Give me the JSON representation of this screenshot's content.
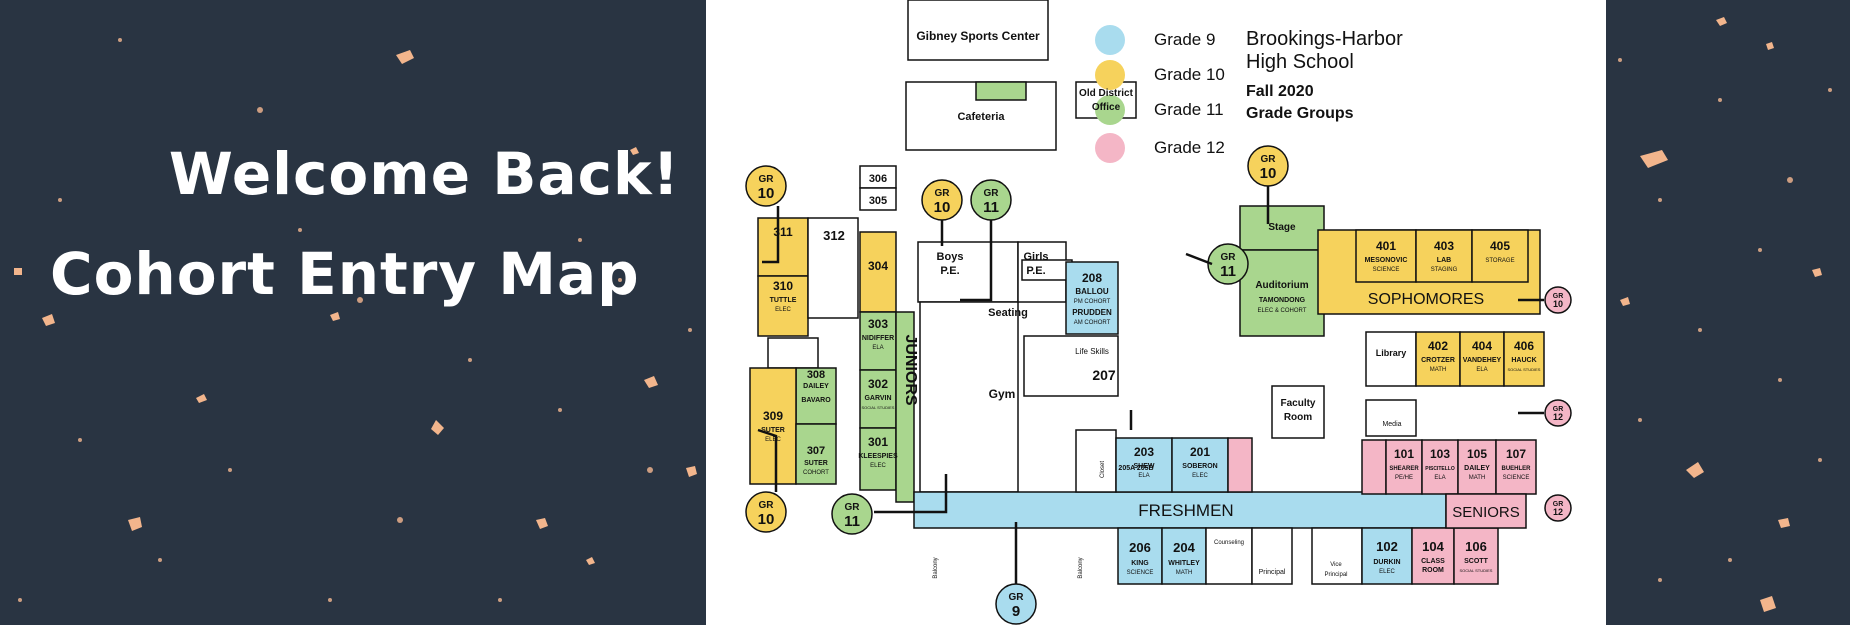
{
  "banner": {
    "title_line1": "Welcome Back!",
    "title_line2": "Cohort Entry Map"
  },
  "legend": {
    "school_line1": "Brookings-Harbor",
    "school_line2": "High School",
    "term_line1": "Fall 2020",
    "term_line2": "Grade Groups",
    "items": [
      {
        "label": "Grade 9",
        "color": "#a9dcee"
      },
      {
        "label": "Grade 10",
        "color": "#f6d25c"
      },
      {
        "label": "Grade 11",
        "color": "#a9d68e"
      },
      {
        "label": "Grade 12",
        "color": "#f4b6c6"
      }
    ]
  },
  "buildings": {
    "sports": "Gibney Sports Center",
    "cafeteria": "Cafeteria",
    "old_office_1": "Old District",
    "old_office_2": "Office",
    "stage": "Stage",
    "auditorium": "Auditorium",
    "auditorium_name": "TAMONDONG",
    "auditorium_sub": "ELEC & COHORT",
    "boys_pe_1": "Boys",
    "boys_pe_2": "P.E.",
    "girls_pe_1": "Girls",
    "girls_pe_2": "P.E.",
    "seating": "Seating",
    "gym": "Gym",
    "library": "Library",
    "media": "Media",
    "faculty_1": "Faculty",
    "faculty_2": "Room",
    "life_skills": "Life Skills",
    "counseling": "Counseling",
    "principal": "Principal",
    "vice_1": "Vice",
    "vice_2": "Principal",
    "balcony": "Balcony",
    "closet": "Closet"
  },
  "zones": {
    "juniors": "JUNIORS",
    "sophomores": "SOPHOMORES",
    "freshmen": "FRESHMEN",
    "seniors": "SENIORS"
  },
  "rooms": {
    "r306": "306",
    "r305": "305",
    "r311": "311",
    "r312": "312",
    "r304": "304",
    "r310": "310",
    "r310_t": "TUTTLE",
    "r310_s": "ELEC",
    "r303": "303",
    "r303_t": "NIDIFFER",
    "r303_s": "ELA",
    "r302": "302",
    "r302_t": "GARVIN",
    "r302_s": "SOCIAL STUDIES",
    "r301": "301",
    "r301_t": "KLEESPIES",
    "r301_s": "ELEC",
    "r308": "308",
    "r308_t": "DAILEY",
    "r308_t2": "BAVARO",
    "r309": "309",
    "r309_t": "SUTER",
    "r309_s": "ELEC",
    "r307": "307",
    "r307_t": "SUTER",
    "r307_s": "COHORT",
    "r208": "208",
    "r208_t": "BALLOU",
    "r208_s": "PM COHORT",
    "r208_t2": "PRUDDEN",
    "r208_s2": "AM COHORT",
    "r207": "207",
    "r401": "401",
    "r401_t": "MESONOVIC",
    "r401_s": "SCIENCE",
    "r403": "403",
    "r403_t": "LAB",
    "r403_s": "STAGING",
    "r405": "405",
    "r405_t": "STORAGE",
    "r402": "402",
    "r402_t": "CROTZER",
    "r402_s": "MATH",
    "r404": "404",
    "r404_t": "VANDEHEY",
    "r404_s": "ELA",
    "r406": "406",
    "r406_t": "HAUCK",
    "r406_s": "SOCIAL STUDIES",
    "r205": "205A 205B",
    "r203": "203",
    "r203_t": "SHEW",
    "r203_s": "ELA",
    "r201": "201",
    "r201_t": "SOBERON",
    "r201_s": "ELEC",
    "r101": "101",
    "r101_t": "SHEARER",
    "r101_s": "PE/HE",
    "r103": "103",
    "r103_t": "PISCITELLO",
    "r103_s": "ELA",
    "r105": "105",
    "r105_t": "DAILEY",
    "r105_s": "MATH",
    "r107": "107",
    "r107_t": "BUEHLER",
    "r107_s": "SCIENCE",
    "r206": "206",
    "r206_t": "KING",
    "r206_s": "SCIENCE",
    "r204": "204",
    "r204_t": "WHITLEY",
    "r204_s": "MATH",
    "r102": "102",
    "r102_t": "DURKIN",
    "r102_s": "ELEC",
    "r104": "104",
    "r104_t": "CLASS",
    "r104_s": "ROOM",
    "r106": "106",
    "r106_t": "SCOTT",
    "r106_s": "SOCIAL STUDIES"
  },
  "badges": {
    "gr": "GR",
    "b10a": "10",
    "b10b": "10",
    "b11a": "11",
    "b10c": "10",
    "b11b": "11",
    "b10d": "10",
    "b10e": "10",
    "b12a": "12",
    "b12b": "12",
    "b11c": "11",
    "b9": "9"
  }
}
